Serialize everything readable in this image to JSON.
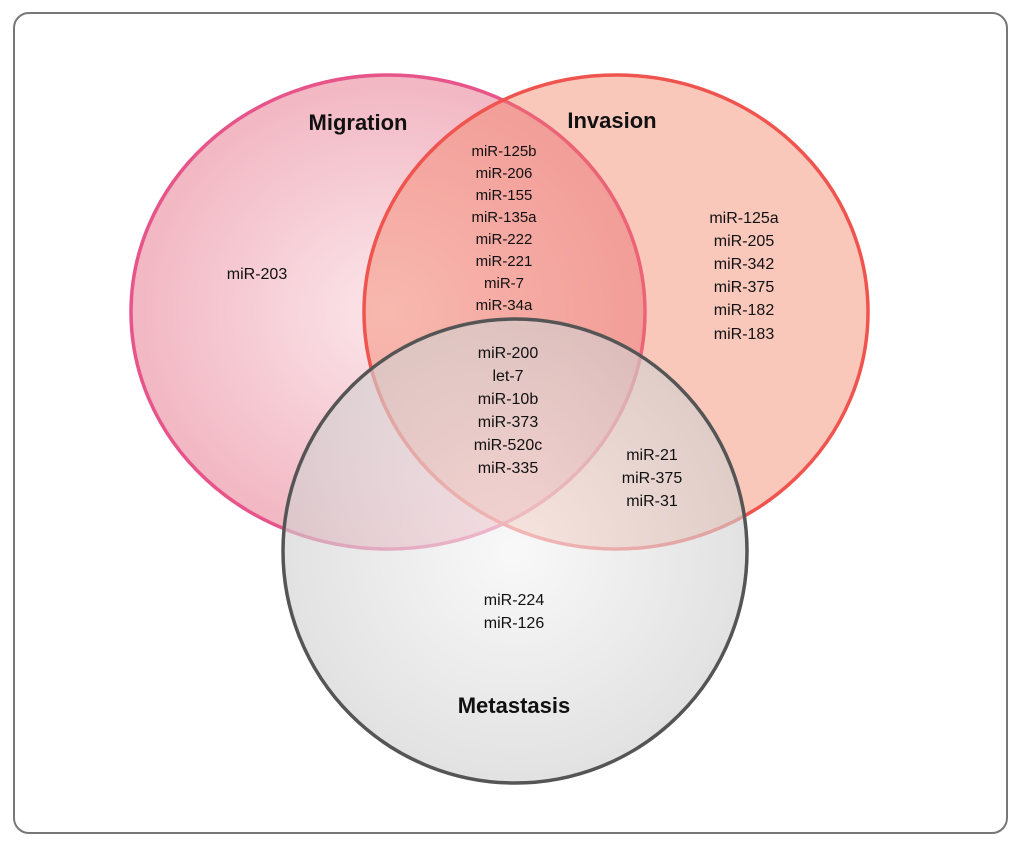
{
  "sets": {
    "migration": {
      "title": "Migration",
      "stroke": "#e7548a",
      "fill_center": "#fbe4e8",
      "fill_edge": "#f2b6c2"
    },
    "invasion": {
      "title": "Invasion",
      "stroke": "#f0544f",
      "fill": "#f6a890"
    },
    "metastasis": {
      "title": "Metastasis",
      "stroke": "#555555",
      "fill_center": "#f4f4f4",
      "fill_edge": "#cfcfcf"
    }
  },
  "regions": {
    "migration_only": [
      "miR-203"
    ],
    "migration_invasion": [
      "miR-125b",
      "miR-206",
      "miR-155",
      "miR-135a",
      "miR-222",
      "miR-221",
      "miR-7",
      "miR-34a"
    ],
    "invasion_only": [
      "miR-125a",
      "miR-205",
      "miR-342",
      "miR-375",
      "miR-182",
      "miR-183"
    ],
    "all_three": [
      "miR-200",
      "let-7",
      "miR-10b",
      "miR-373",
      "miR-520c",
      "miR-335"
    ],
    "invasion_metastasis": [
      "miR-21",
      "miR-375",
      "miR-31"
    ],
    "metastasis_only": [
      "miR-224",
      "miR-126"
    ]
  }
}
